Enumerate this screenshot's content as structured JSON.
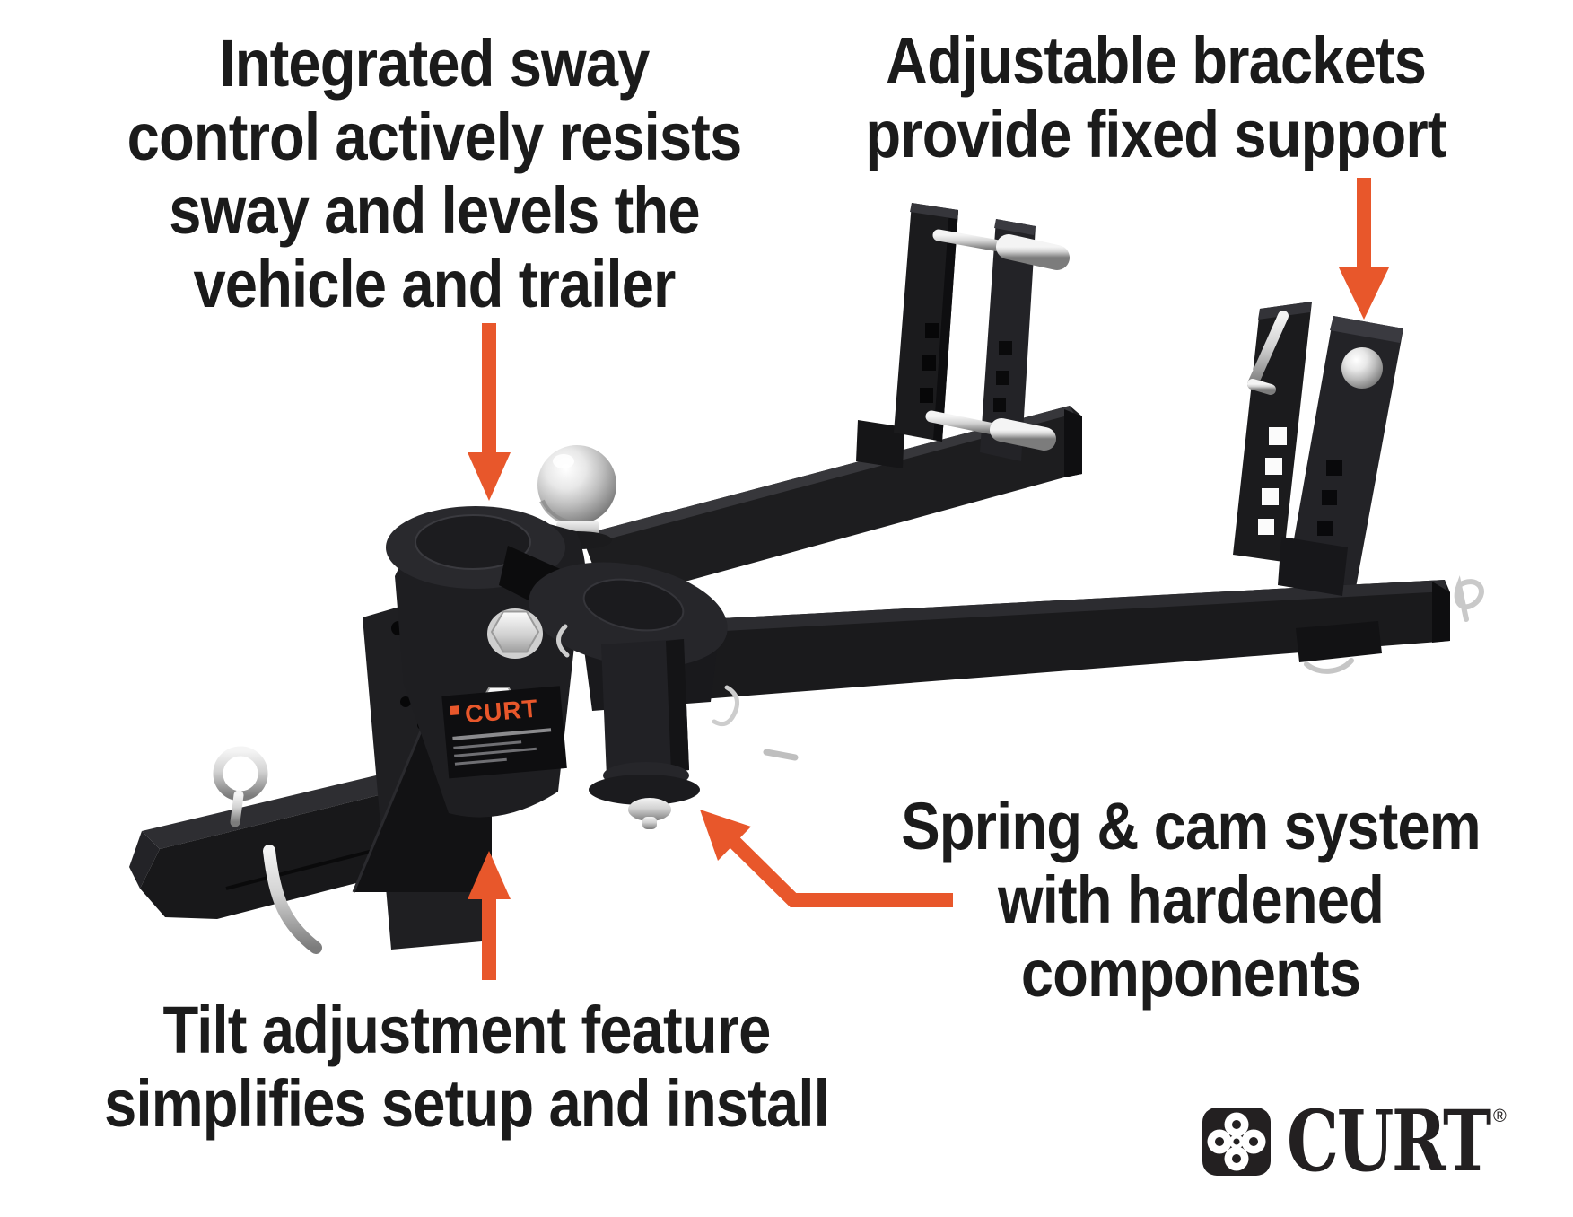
{
  "callouts": {
    "sway_control": {
      "lines": [
        "Integrated sway",
        "control actively resists",
        "sway and levels the",
        "vehicle and trailer"
      ]
    },
    "adjustable_brackets": {
      "lines": [
        "Adjustable brackets",
        "provide fixed support"
      ]
    },
    "spring_cam": {
      "lines": [
        "Spring & cam system",
        "with hardened",
        "components"
      ]
    },
    "tilt_adjustment": {
      "lines": [
        "Tilt adjustment feature",
        "simplifies setup and install"
      ]
    }
  },
  "brand": {
    "logo_text": "CURT",
    "registered_mark": "®",
    "product_label_text": "CURT"
  },
  "icons": [
    "down-arrow-icon",
    "elbow-arrow-icon",
    "up-arrow-icon",
    "curt-clover-icon"
  ],
  "colors": {
    "accent_orange": "#E8572B",
    "text_black": "#1B1B1B",
    "product_black": "#1C1C1E",
    "chrome_light": "#E9E9E9",
    "background": "#FFFFFF"
  }
}
